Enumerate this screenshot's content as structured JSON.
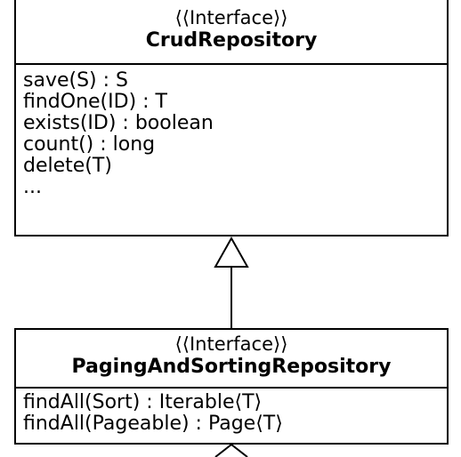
{
  "diagram": {
    "classes": [
      {
        "stereotype": "⟨⟨Interface⟩⟩",
        "name": "CrudRepository",
        "operations": [
          "save(S) : S",
          "findOne(ID) : T",
          "exists(ID) : boolean",
          "count() : long",
          "delete(T)",
          "..."
        ]
      },
      {
        "stereotype": "⟨⟨Interface⟩⟩",
        "name": "PagingAndSortingRepository",
        "operations": [
          "findAll(Sort) : Iterable⟨T⟩",
          "findAll(Pageable) : Page⟨T⟩"
        ]
      }
    ],
    "relationships": [
      {
        "type": "generalization",
        "from": "PagingAndSortingRepository",
        "to": "CrudRepository"
      }
    ],
    "colors": {
      "line": "#000000",
      "fill": "#ffffff"
    }
  }
}
